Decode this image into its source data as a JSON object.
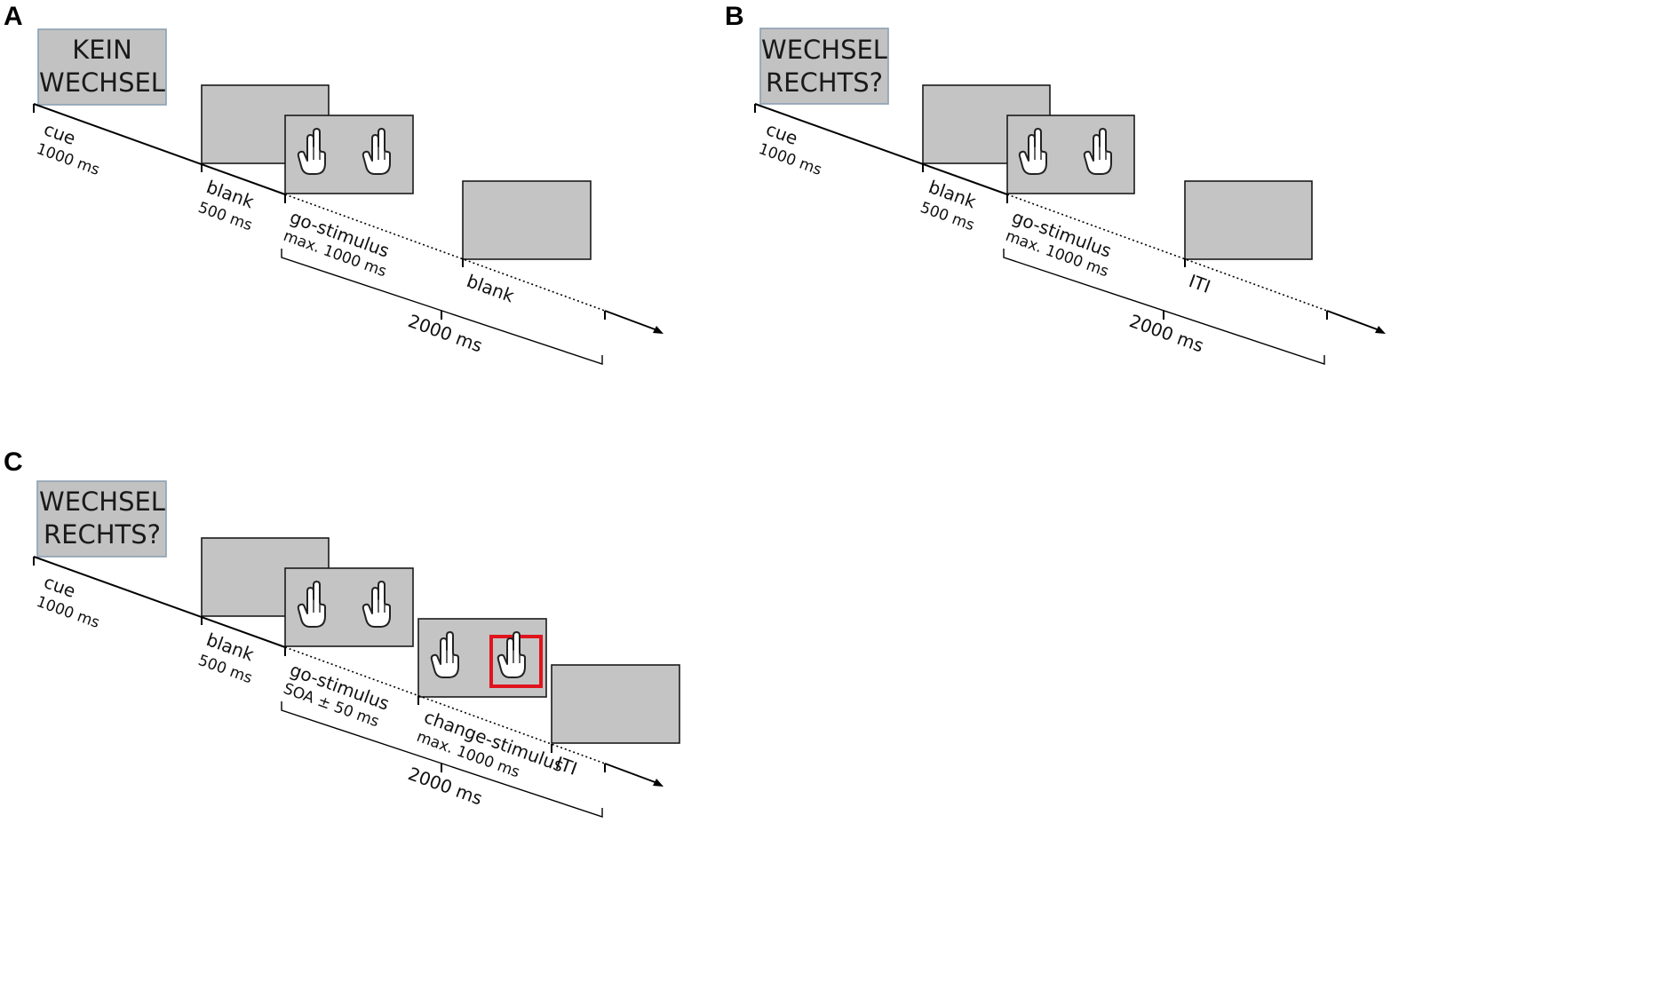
{
  "colors": {
    "screen_fill": "#c4c4c4",
    "cue_fill": "#c2c2c2",
    "cue_border": "#8ba0b2",
    "line": "#000000",
    "highlight": "#e0141e"
  },
  "icons": {
    "hand": "raised-hand-icon",
    "arrow": "arrowhead-icon"
  },
  "panels": [
    {
      "letter": "A",
      "cue": [
        "KEIN",
        "WECHSEL"
      ],
      "labels": {
        "cue": "cue",
        "cue_time": "1000 ms",
        "blank": "blank",
        "blank_time": "500 ms",
        "go": "go-stimulus",
        "go_time": "max. 1000 ms",
        "end": "blank",
        "duration": "2000 ms"
      }
    },
    {
      "letter": "B",
      "cue": [
        "WECHSEL",
        "RECHTS?"
      ],
      "labels": {
        "cue": "cue",
        "cue_time": "1000 ms",
        "blank": "blank",
        "blank_time": "500 ms",
        "go": "go-stimulus",
        "go_time": "max. 1000 ms",
        "end": "ITI",
        "duration": "2000 ms"
      }
    },
    {
      "letter": "C",
      "cue": [
        "WECHSEL",
        "RECHTS?"
      ],
      "labels": {
        "cue": "cue",
        "cue_time": "1000 ms",
        "blank": "blank",
        "blank_time": "500 ms",
        "go": "go-stimulus",
        "go_time": "SOA ± 50 ms",
        "change": "change-stimulus",
        "change_time": "max. 1000 ms",
        "end": "ITI",
        "duration": "2000 ms"
      }
    }
  ]
}
